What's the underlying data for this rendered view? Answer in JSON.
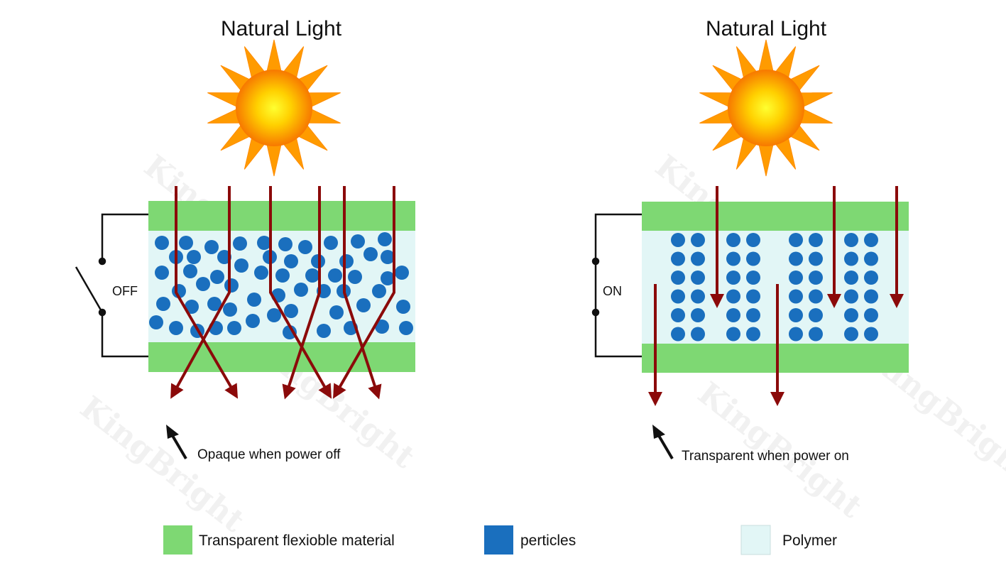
{
  "colors": {
    "green": "#7ed873",
    "polymer": "#e2f6f6",
    "particle": "#1a6fbe",
    "ray": "#8b0a0a",
    "wire": "#111111"
  },
  "left_panel": {
    "title": "Natural Light",
    "switch_state": "OFF",
    "caption": "Opaque when power off"
  },
  "right_panel": {
    "title": "Natural Light",
    "switch_state": "ON",
    "caption": "Transparent when power on"
  },
  "legend": [
    {
      "label": "Transparent flexioble material",
      "color": "#7ed873"
    },
    {
      "label": "perticles",
      "color": "#1a6fbe"
    },
    {
      "label": "Polymer",
      "color": "#e2f6f6"
    }
  ],
  "watermark": "KingBright",
  "icons": {
    "sun": "sun-icon",
    "pointer": "pointer-arrow-icon",
    "switch": "switch-icon"
  }
}
